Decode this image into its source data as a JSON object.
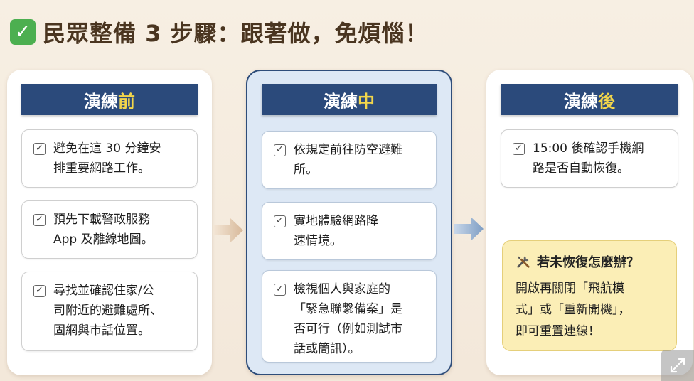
{
  "title": {
    "icon": "check-mark-icon",
    "text": "民眾整備 3 步驟：跟著做，免煩惱！"
  },
  "columns": {
    "before": {
      "title_prefix": "演練",
      "title_highlight": "前",
      "items": [
        "避免在這 30 分鐘安\n排重要網路工作。",
        "預先下載警政服務\nApp 及離線地圖。",
        "尋找並確認住家/公\n司附近的避難處所、\n固網與市話位置。"
      ]
    },
    "during": {
      "title_prefix": "演練",
      "title_highlight": "中",
      "items": [
        "依規定前往防空避難\n所。",
        "實地體驗網路降\n速情境。",
        "檢視個人與家庭的\n「緊急聯繫備案」是\n否可行（例如測試市\n話或簡訊）。"
      ]
    },
    "after": {
      "title_prefix": "演練",
      "title_highlight": "後",
      "items": [
        "15:00 後確認手機網\n路是否自動恢復。"
      ],
      "help": {
        "icon": "tools-icon",
        "title": "若未恢復怎麼辦？",
        "body": "開啟再關閉「飛航模\n式」或「重新開機」，\n即可重置連線！"
      }
    }
  },
  "checkbox_glyph": "☑",
  "colors": {
    "header": "#2b4a7b",
    "highlight": "#f2d64b",
    "help_bg": "#fbeeb6"
  }
}
